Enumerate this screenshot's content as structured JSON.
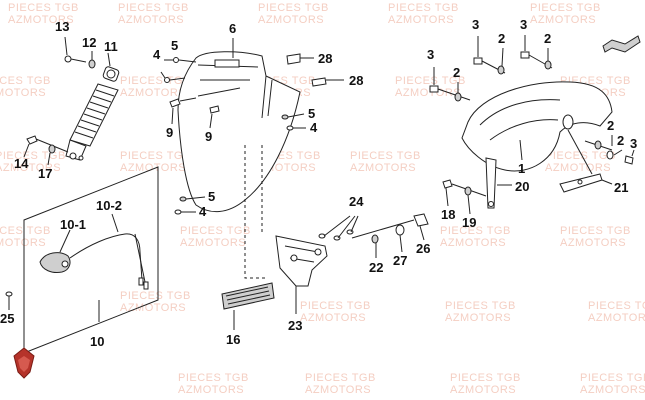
{
  "watermark": {
    "line1": "PIECES TGB",
    "line2": "AZMOTORS"
  },
  "labels": {
    "l13": "13",
    "l12": "12",
    "l11": "11",
    "l6": "6",
    "l5a": "5",
    "l4a": "4",
    "l28a": "28",
    "l28b": "28",
    "l9a": "9",
    "l9b": "9",
    "l5b": "5",
    "l4b": "4",
    "l14": "14",
    "l17": "17",
    "l5c": "5",
    "l4c": "4",
    "l102": "10-2",
    "l101": "10-1",
    "l25": "25",
    "l10": "10",
    "l16": "16",
    "l23": "23",
    "l24": "24",
    "l22": "22",
    "l27": "27",
    "l26": "26",
    "l18": "18",
    "l19": "19",
    "l20": "20",
    "l21": "21",
    "l1": "1",
    "l3a": "3",
    "l3b": "3",
    "l3c": "3",
    "l2a": "2",
    "l2b": "2",
    "l2c": "2",
    "l2d": "2",
    "l2e": "2",
    "l3d": "3"
  }
}
